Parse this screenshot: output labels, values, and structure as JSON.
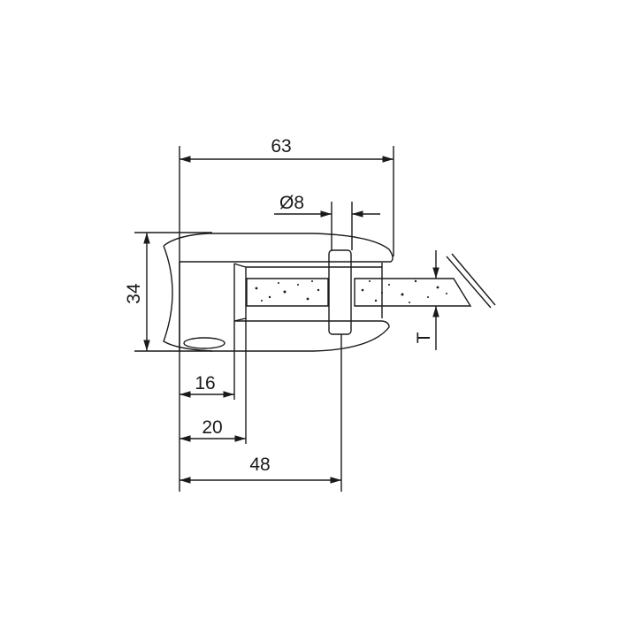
{
  "dimensions": {
    "overall_width": "63",
    "height": "34",
    "bolt_diameter": "Ø8",
    "d16": "16",
    "d20": "20",
    "d48": "48",
    "thickness": "T"
  },
  "colors": {
    "line": "#1a1a1a",
    "background": "#ffffff"
  }
}
